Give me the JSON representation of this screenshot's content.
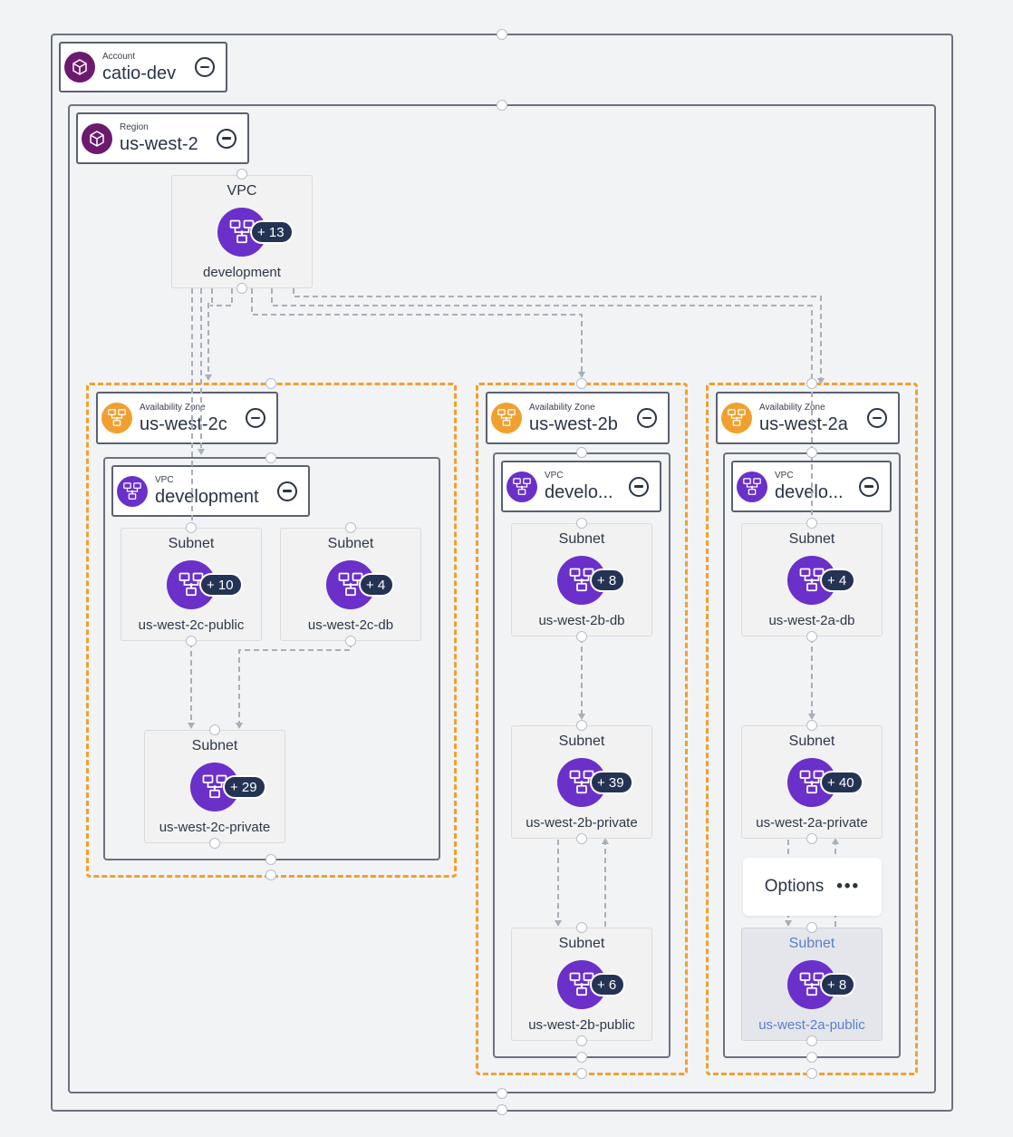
{
  "account": {
    "subtitle": "Account",
    "title": "catio-dev"
  },
  "region": {
    "subtitle": "Region",
    "title": "us-west-2"
  },
  "vpc_node": {
    "type": "VPC",
    "label": "development",
    "badge": "+ 13"
  },
  "zones": [
    {
      "subtitle": "Availability Zone",
      "title": "us-west-2c",
      "vpc": {
        "subtitle": "VPC",
        "title": "development"
      }
    },
    {
      "subtitle": "Availability Zone",
      "title": "us-west-2b",
      "vpc": {
        "subtitle": "VPC",
        "title": "develo..."
      }
    },
    {
      "subtitle": "Availability Zone",
      "title": "us-west-2a",
      "vpc": {
        "subtitle": "VPC",
        "title": "develo..."
      }
    }
  ],
  "subnets": {
    "c_public": {
      "type": "Subnet",
      "label": "us-west-2c-public",
      "badge": "+ 10"
    },
    "c_db": {
      "type": "Subnet",
      "label": "us-west-2c-db",
      "badge": "+ 4"
    },
    "c_private": {
      "type": "Subnet",
      "label": "us-west-2c-private",
      "badge": "+ 29"
    },
    "b_db": {
      "type": "Subnet",
      "label": "us-west-2b-db",
      "badge": "+ 8"
    },
    "b_private": {
      "type": "Subnet",
      "label": "us-west-2b-private",
      "badge": "+ 39"
    },
    "b_public": {
      "type": "Subnet",
      "label": "us-west-2b-public",
      "badge": "+ 6"
    },
    "a_db": {
      "type": "Subnet",
      "label": "us-west-2a-db",
      "badge": "+ 4"
    },
    "a_private": {
      "type": "Subnet",
      "label": "us-west-2a-private",
      "badge": "+ 40"
    },
    "a_public": {
      "type": "Subnet",
      "label": "us-west-2a-public",
      "badge": "+ 8"
    }
  },
  "options_menu": {
    "label": "Options",
    "more": "•••"
  },
  "colors": {
    "zone_border": "#f0a030",
    "node_icon": "#6a30c9",
    "account_icon": "#6b1a6e",
    "badge": "#243354",
    "edge": "#a9afb8"
  }
}
